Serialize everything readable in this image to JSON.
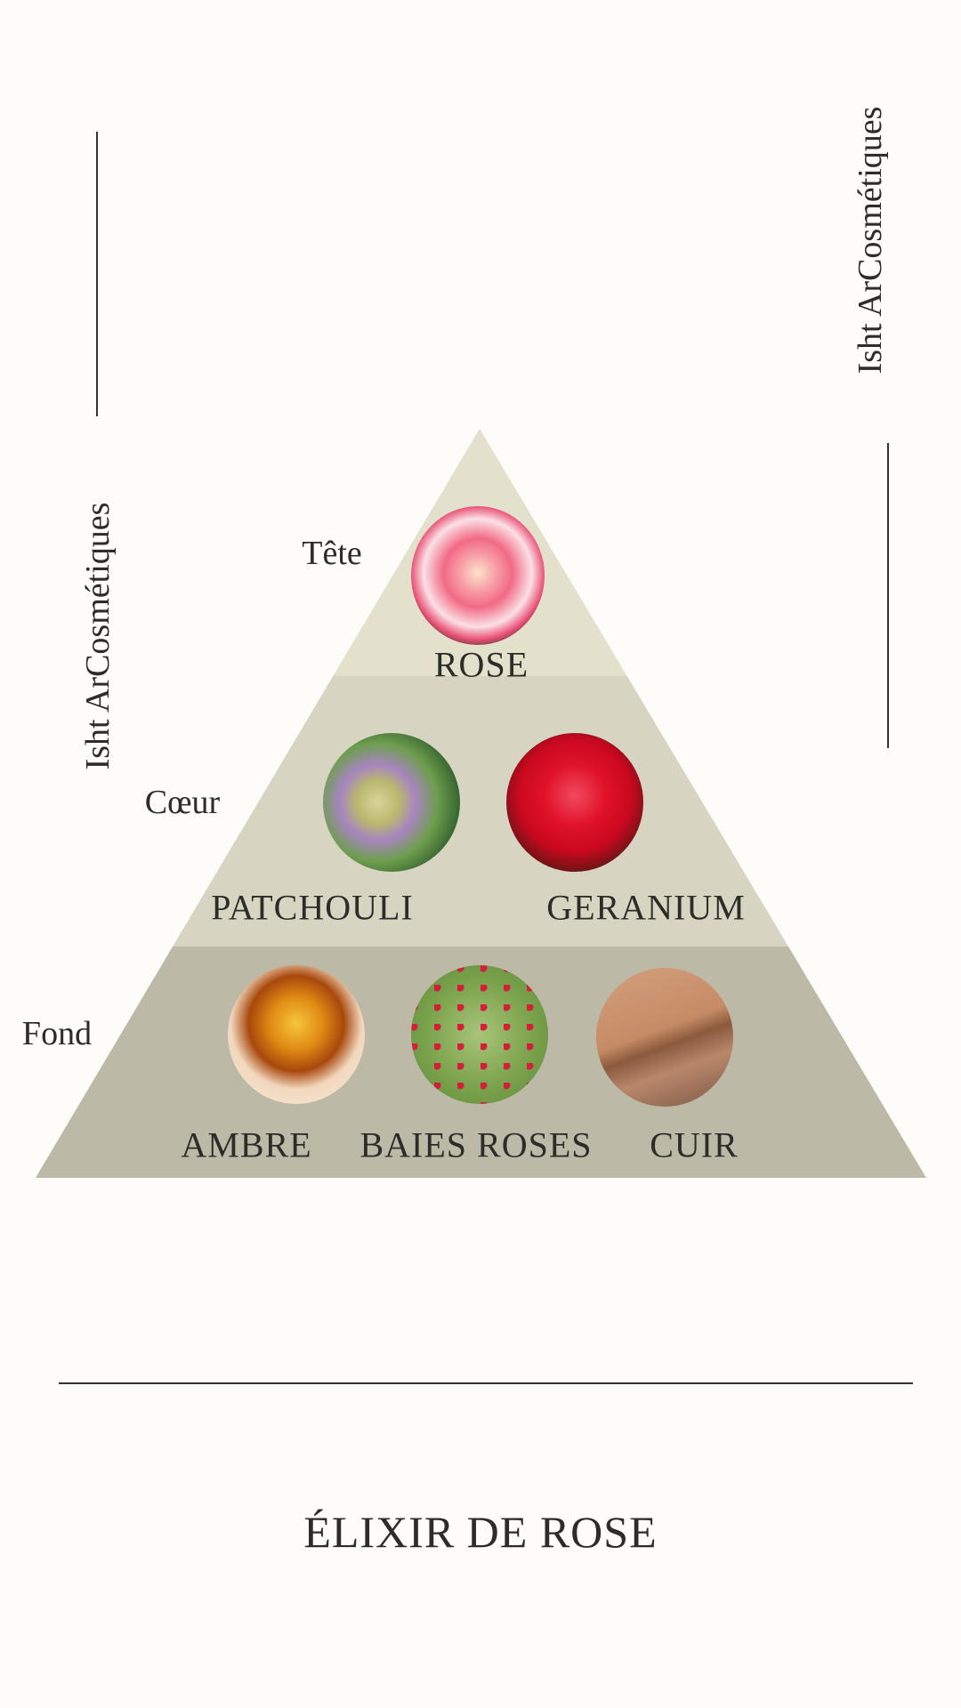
{
  "brand": "Isht ArCosmétiques",
  "tiers": {
    "top": {
      "label": "Tête",
      "notes": [
        "ROSE"
      ]
    },
    "heart": {
      "label": "Cœur",
      "notes": [
        "PATCHOULI",
        "GERANIUM"
      ]
    },
    "base": {
      "label": "Fond",
      "notes": [
        "AMBRE",
        "BAIES ROSES",
        "CUIR"
      ]
    }
  },
  "title": "ÉLIXIR DE ROSE",
  "colors": {
    "background": "#fdfcf8",
    "tier_top": "#e3e0cc",
    "tier_heart": "#d7d4c1",
    "tier_base": "#bdb9a7",
    "text": "#2e2c28"
  }
}
